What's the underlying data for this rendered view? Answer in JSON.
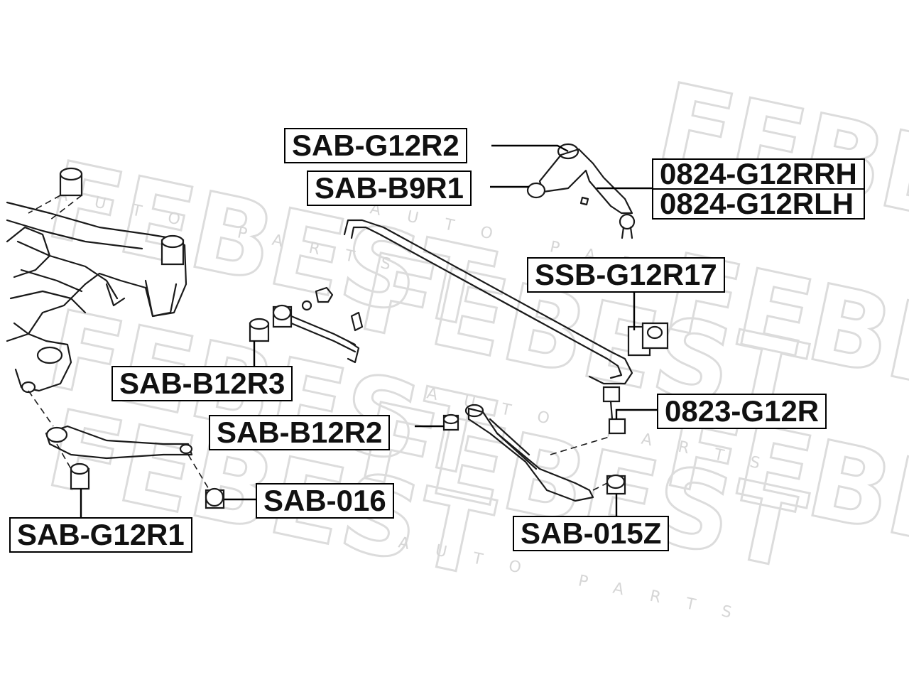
{
  "watermark": {
    "brand": "FEBEST",
    "tagline": "AUTO PARTS"
  },
  "labels": {
    "sab_g12r2": "SAB-G12R2",
    "sab_b9r1": "SAB-B9R1",
    "arm_rh": "0824-G12RRH",
    "arm_lh": "0824-G12RLH",
    "ssb_g12r17": "SSB-G12R17",
    "sab_b12r3": "SAB-B12R3",
    "sab_b12r2": "SAB-B12R2",
    "link_0823": "0823-G12R",
    "sab_016": "SAB-016",
    "sab_g12r1": "SAB-G12R1",
    "sab_015z": "SAB-015Z"
  }
}
